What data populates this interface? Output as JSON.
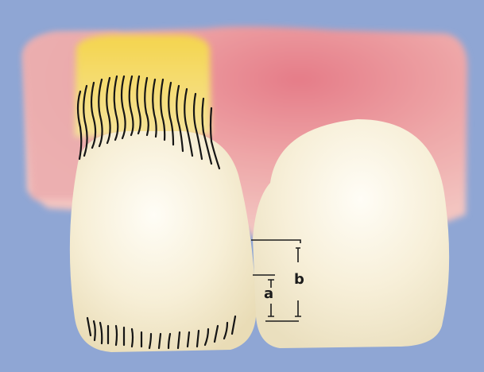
{
  "labels": {
    "a": "a",
    "b": "b"
  },
  "colors": {
    "background": "#8fa6d4",
    "gum": "#e9a0a4",
    "gum_highlight": "#f3c2c0",
    "tooth_fill": "#f1e7c8",
    "tooth_highlight": "#fdfbf2",
    "tooth_root_yellow": "#f1d96a",
    "hatching": "#151515",
    "dimension_line": "#1c1c1c"
  },
  "icons": {
    "figure": "dental-restoration-illustration"
  }
}
